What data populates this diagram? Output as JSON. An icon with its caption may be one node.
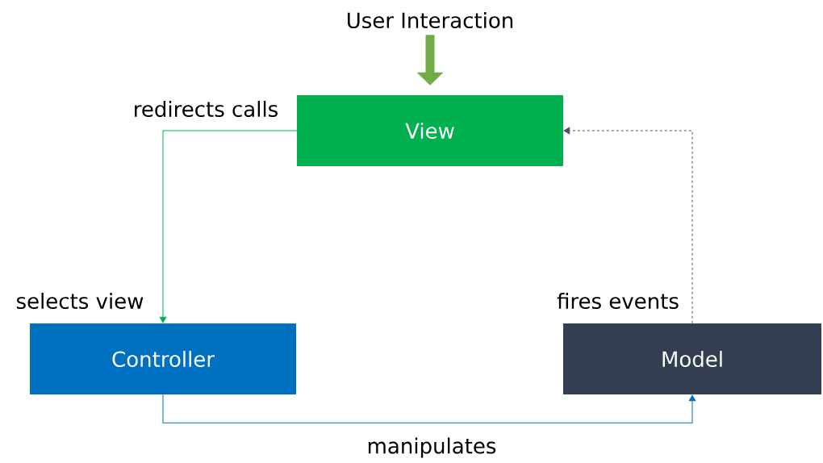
{
  "diagram": {
    "nodes": [
      {
        "text": [
          "User Interaction"
        ]
      },
      {
        "text": [
          "View"
        ]
      },
      {
        "text": [
          "Controller"
        ]
      },
      {
        "text": [
          "Model"
        ]
      }
    ],
    "edges": [
      {
        "from": 0,
        "to": 1,
        "arrow": "to",
        "style": "thick",
        "color": "#70ad47"
      },
      {
        "from": 1,
        "to": 2,
        "arrow": "to",
        "label": "redirects calls",
        "color": "#00b050"
      },
      {
        "from": 2,
        "to": 3,
        "arrow": "to",
        "label": "manipulates",
        "color": "#0070c0"
      },
      {
        "from": 3,
        "to": 1,
        "arrow": "to",
        "label": "fires events",
        "style": "dashed",
        "color": "#44546a"
      }
    ],
    "labels": [
      "selects view"
    ]
  }
}
